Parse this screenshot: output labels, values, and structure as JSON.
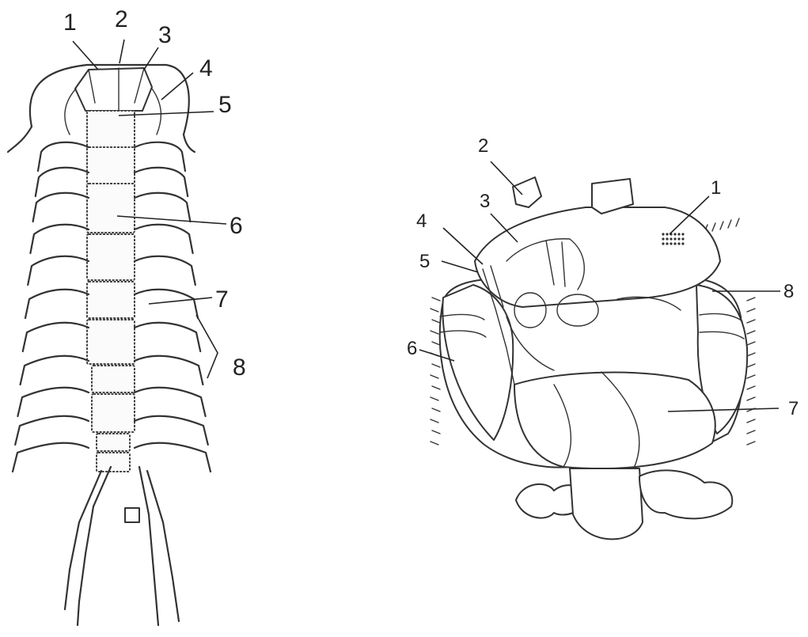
{
  "left_figure": {
    "labels": [
      "1",
      "2",
      "3",
      "4",
      "5",
      "6",
      "7",
      "8"
    ]
  },
  "right_figure": {
    "labels": [
      "1",
      "2",
      "3",
      "4",
      "5",
      "6",
      "7",
      "8"
    ]
  }
}
